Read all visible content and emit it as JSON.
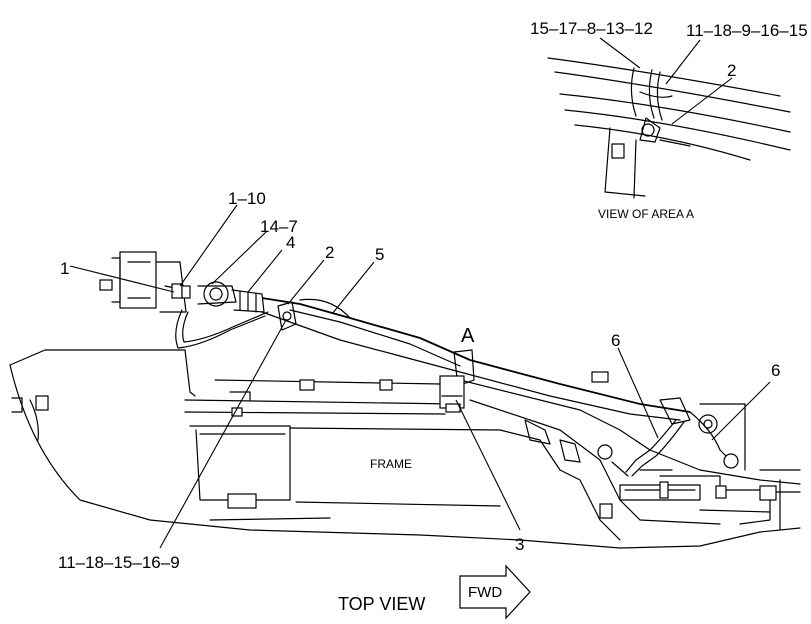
{
  "detail": {
    "title": "VIEW OF AREA  A",
    "callout_left": "15–17–8–13–12",
    "callout_right": "11–18–9–16–15",
    "callout_2": "2"
  },
  "main": {
    "callouts": {
      "c1": "1",
      "c1_10": "1–10",
      "c14_7": "14–7",
      "c4": "4",
      "c2": "2",
      "c5": "5",
      "cA": "A",
      "c6a": "6",
      "c6b": "6",
      "c3": "3",
      "c11_18": "11–18–15–16–9"
    },
    "frame_label": "FRAME",
    "view_label": "TOP VIEW",
    "fwd_label": "FWD"
  }
}
